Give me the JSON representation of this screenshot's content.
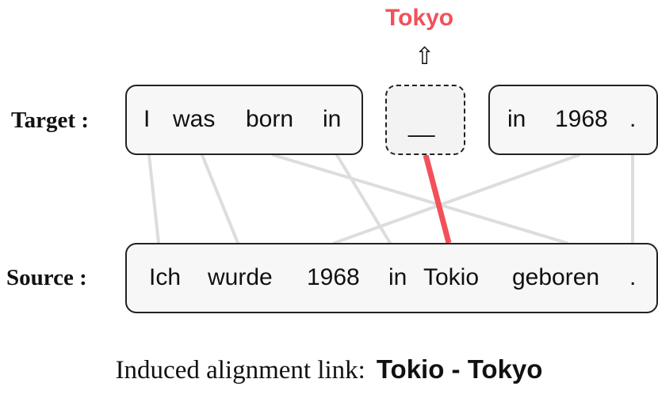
{
  "labels": {
    "target": "Target :",
    "source": "Source :"
  },
  "target_words": [
    "I",
    "was",
    "born",
    "in",
    "__",
    "in",
    "1968",
    "."
  ],
  "source_words": [
    "Ich",
    "wurde",
    "1968",
    "in",
    "Tokio",
    "geboren",
    "."
  ],
  "prediction": "Tokyo",
  "arrow_glyph": "⇧",
  "caption": {
    "text": "Induced alignment link:",
    "link": "Tokio - Tokyo"
  },
  "colors": {
    "highlight": "#f2515a",
    "faint_link": "#dddddd",
    "box_border": "#222222",
    "box_fill": "#f7f7f7"
  }
}
